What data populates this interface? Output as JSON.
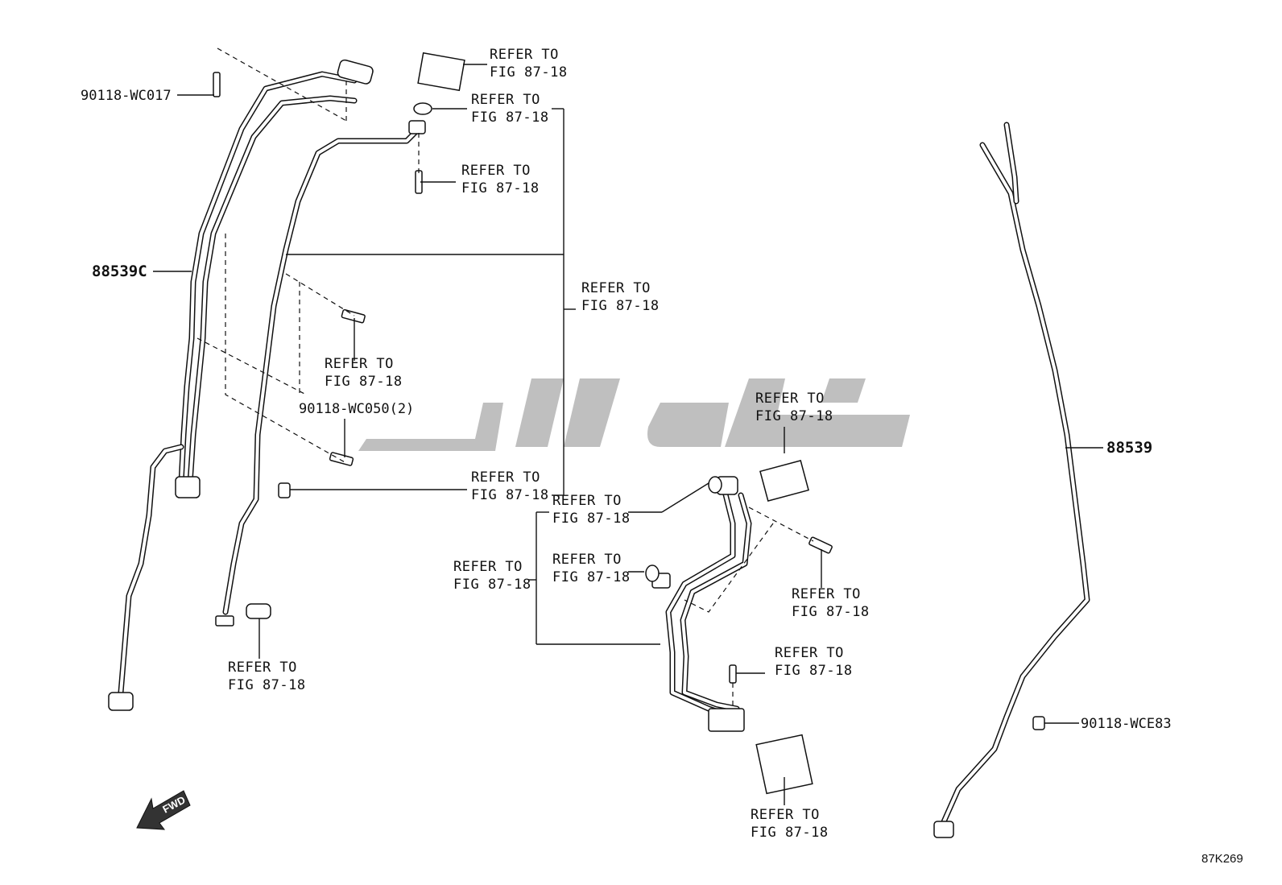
{
  "refer_label": "REFER TO",
  "fig_label": "FIG 87-18",
  "parts": {
    "p1": "90118-WC017",
    "p2": "88539C",
    "p3": "90118-WC050(2)",
    "p4": "88539",
    "p5": "90118-WCE83"
  },
  "fwd_label": "FWD",
  "diagram_code": "87K269"
}
